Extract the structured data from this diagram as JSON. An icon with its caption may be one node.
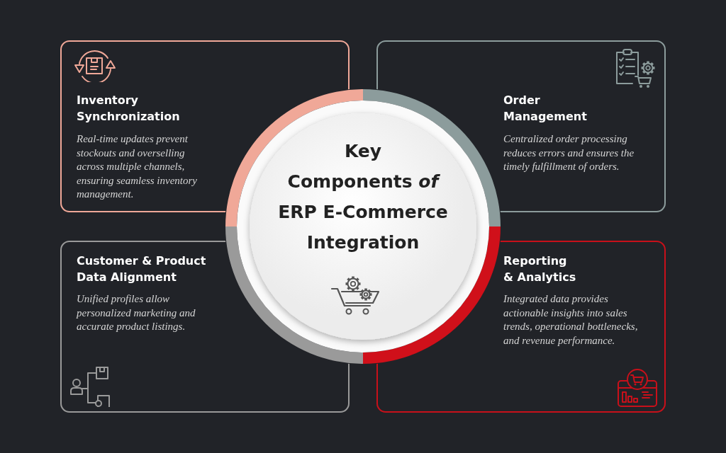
{
  "diagram": {
    "nodes": [
      {
        "text": [
          "Key Components *of* ERP E-Commerce Integration"
        ]
      },
      {
        "text": [
          "Inventory Synchronization",
          "Real-time updates prevent stockouts and overselling across multiple channels, ensuring seamless inventory management."
        ]
      },
      {
        "text": [
          "Order Management",
          "Centralized order processing reduces errors and ensures the timely fulfillment of orders."
        ]
      },
      {
        "text": [
          "Customer & Product Data Alignment",
          "Unified profiles allow personalized marketing and accurate product listings."
        ]
      },
      {
        "text": [
          "Reporting & Analytics",
          "Integrated data provides actionable insights into sales trends, operational bottlenecks, and revenue performance."
        ]
      }
    ]
  }
}
